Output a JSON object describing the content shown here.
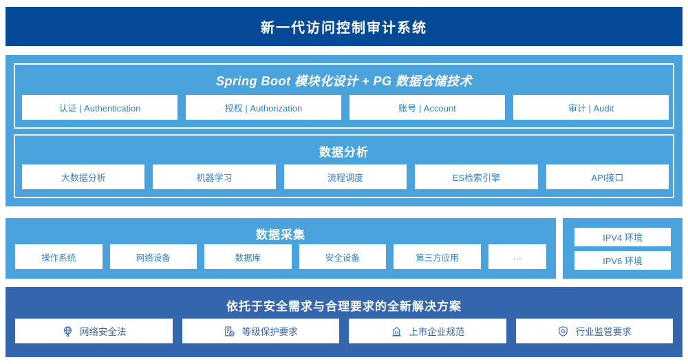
{
  "header": {
    "title": "新一代访问控制审计系统",
    "bg_color": "#044a96",
    "text_color": "#ffffff"
  },
  "colors": {
    "navy": "#044a96",
    "light_blue": "#4ba3dd",
    "medium_blue": "#3366ad",
    "chip_text_blue": "#2f7fc6",
    "white": "#ffffff"
  },
  "sections": {
    "springboot": {
      "title": "Spring Boot 模块化设计 + PG 数据仓储技术",
      "items": [
        {
          "label": "认证 | Authentication"
        },
        {
          "label": "授权 | Authorization"
        },
        {
          "label": "账号 | Account"
        },
        {
          "label": "审计 | Audit"
        }
      ]
    },
    "analytics": {
      "title": "数据分析",
      "items": [
        {
          "label": "大数据分析"
        },
        {
          "label": "机器学习"
        },
        {
          "label": "流程调度"
        },
        {
          "label": "ES检索引擎"
        },
        {
          "label": "API接口"
        }
      ]
    },
    "collection": {
      "title": "数据采集",
      "items": [
        {
          "label": "操作系统"
        },
        {
          "label": "网络设备"
        },
        {
          "label": "数据库"
        },
        {
          "label": "安全设备"
        },
        {
          "label": "第三方应用"
        },
        {
          "label": "…"
        }
      ]
    },
    "environments": {
      "items": [
        {
          "label": "IPV4 环境"
        },
        {
          "label": "IPV6 环境"
        }
      ]
    },
    "compliance": {
      "title": "依托于安全需求与合理要求的全新解决方案",
      "items": [
        {
          "label": "网络安全法",
          "icon": "globe-network-icon"
        },
        {
          "label": "等级保护要求",
          "icon": "document-check-icon"
        },
        {
          "label": "上市企业规范",
          "icon": "bank-building-icon"
        },
        {
          "label": "行业监管要求",
          "icon": "shield-search-icon"
        }
      ]
    }
  }
}
